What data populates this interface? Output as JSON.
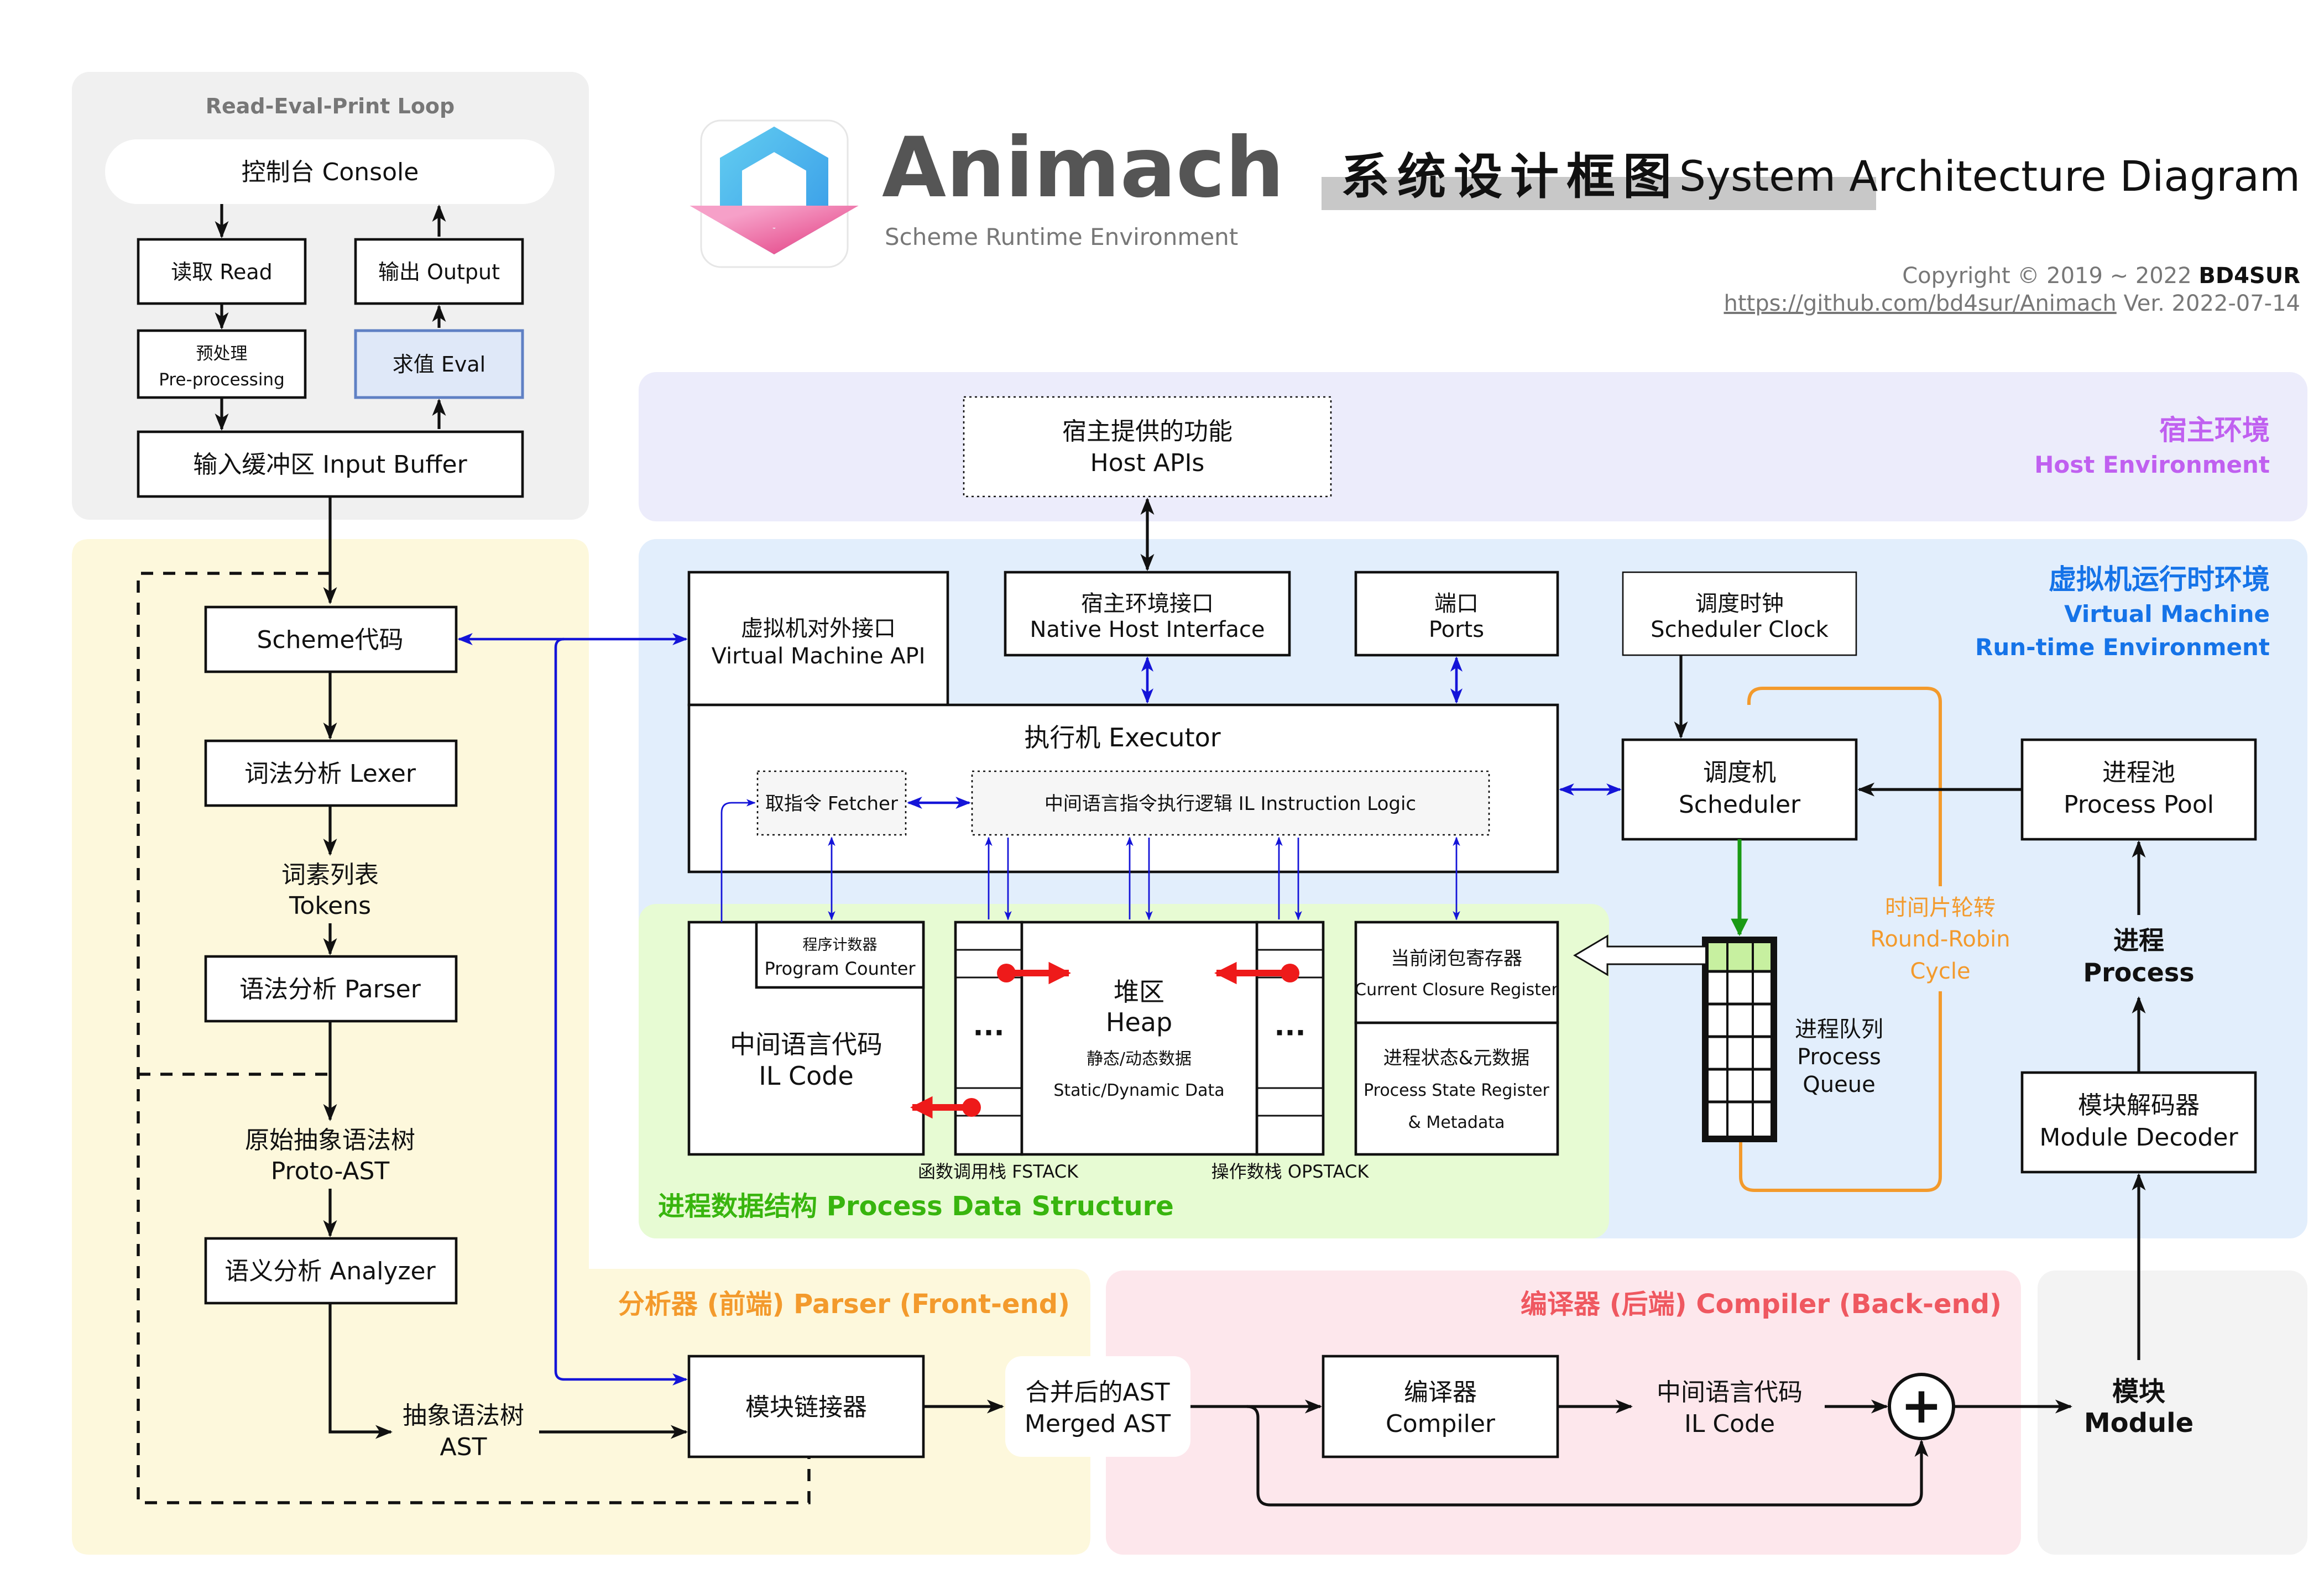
{
  "header": {
    "logo_name": "Animach",
    "logo_subtitle": "Scheme Runtime Environment",
    "title_cn": "系统设计框图",
    "title_en": "System Architecture Diagram",
    "copyright": "Copyright © 2019 ~ 2022",
    "author": "BD4SUR",
    "url": "https://github.com/bd4sur/Animach",
    "version": "Ver. 2022-07-14"
  },
  "repl": {
    "title": "Read-Eval-Print Loop",
    "console": "控制台 Console",
    "read": "读取 Read",
    "output": "输出 Output",
    "preprocess_cn": "预处理",
    "preprocess_en": "Pre-processing",
    "eval": "求值 Eval",
    "input_buffer": "输入缓冲区 Input Buffer"
  },
  "host": {
    "title_cn": "宿主环境",
    "title_en": "Host Environment",
    "apis_cn": "宿主提供的功能",
    "apis_en": "Host APIs"
  },
  "vm": {
    "title_line1": "虚拟机运行时环境",
    "title_line2": "Virtual Machine",
    "title_line3": "Run-time Environment",
    "api_cn": "虚拟机对外接口",
    "api_en": "Virtual Machine API",
    "native_cn": "宿主环境接口",
    "native_en": "Native Host Interface",
    "ports_cn": "端口",
    "ports_en": "Ports",
    "clock_cn": "调度时钟",
    "clock_en": "Scheduler Clock",
    "executor": "执行机 Executor",
    "fetcher": "取指令 Fetcher",
    "il_logic": "中间语言指令执行逻辑 IL Instruction Logic",
    "scheduler_cn": "调度机",
    "scheduler_en": "Scheduler",
    "pool_cn": "进程池",
    "pool_en": "Process Pool",
    "rr_cn": "时间片轮转",
    "rr_en1": "Round-Robin",
    "rr_en2": "Cycle",
    "queue_cn": "进程队列",
    "queue_en1": "Process",
    "queue_en2": "Queue",
    "process_cn": "进程",
    "process_en": "Process",
    "decoder_cn": "模块解码器",
    "decoder_en": "Module Decoder"
  },
  "pds": {
    "title": "进程数据结构 Process Data Structure",
    "pc_cn": "程序计数器",
    "pc_en": "Program Counter",
    "il_cn": "中间语言代码",
    "il_en": "IL Code",
    "heap_cn": "堆区",
    "heap_en": "Heap",
    "heap_sub_cn": "静态/动态数据",
    "heap_sub_en": "Static/Dynamic Data",
    "fstack": "函数调用栈 FSTACK",
    "opstack": "操作数栈 OPSTACK",
    "ellipsis": "···",
    "ccr_cn": "当前闭包寄存器",
    "ccr_en": "Current Closure Register",
    "psr_cn": "进程状态&元数据",
    "psr_en1": "Process State Register",
    "psr_en2": "& Metadata"
  },
  "frontend": {
    "title": "分析器 (前端)  Parser (Front-end)",
    "scheme_code": "Scheme代码",
    "lexer": "词法分析 Lexer",
    "tokens_cn": "词素列表",
    "tokens_en": "Tokens",
    "parser": "语法分析 Parser",
    "proto_cn": "原始抽象语法树",
    "proto_en": "Proto-AST",
    "analyzer": "语义分析 Analyzer",
    "ast_cn": "抽象语法树",
    "ast_en": "AST",
    "linker": "模块链接器",
    "merged_cn": "合并后的AST",
    "merged_en": "Merged AST"
  },
  "backend": {
    "title": "编译器 (后端)  Compiler (Back-end)",
    "compiler_cn": "编译器",
    "compiler_en": "Compiler",
    "il_cn": "中间语言代码",
    "il_en": "IL Code",
    "plus": "+",
    "module_cn": "模块",
    "module_en": "Module"
  },
  "colors": {
    "repl_bg": "#f0f0f0",
    "host_bg": "#ececfb",
    "vm_bg": "#e2eefc",
    "pds_bg": "#e7fbd3",
    "frontend_bg": "#fdf8dc",
    "backend_bg": "#fde7ec",
    "module_bg": "#f3f3f3",
    "host_title": "#c060f0",
    "vm_title": "#1573e8",
    "pds_title": "#38b50e",
    "frontend_title": "#f39a2c",
    "backend_title": "#ef5860",
    "round_robin": "#f39a2c",
    "blue_arrow": "#1414d8",
    "red_arrow": "#ee1a1a",
    "green_arrow": "#1a9a14",
    "eval_fill": "#dfe8f8"
  }
}
